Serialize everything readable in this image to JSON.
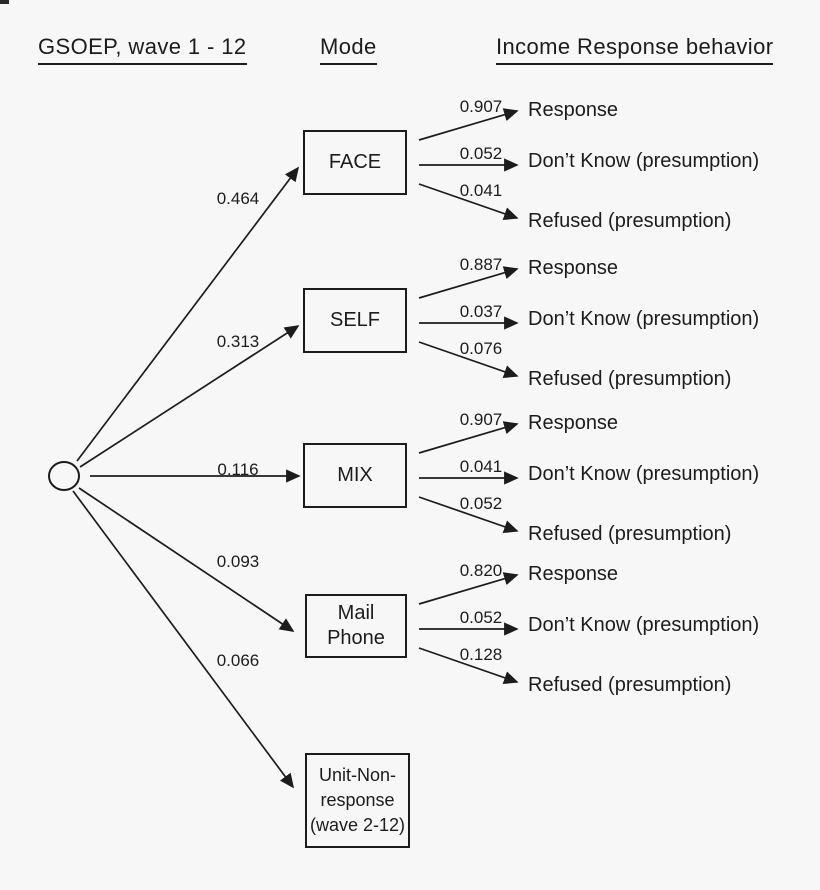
{
  "colors": {
    "background": "#f7f7f7",
    "ink": "#1c1c1c"
  },
  "headers": {
    "population": "GSOEP, wave 1 - 12",
    "mode": "Mode",
    "behavior": "Income Response behavior"
  },
  "root_node": {
    "shape": "ellipse"
  },
  "branches": [
    {
      "prob": "0.464",
      "target": "FACE"
    },
    {
      "prob": "0.313",
      "target": "SELF"
    },
    {
      "prob": "0.116",
      "target": "MIX"
    },
    {
      "prob": "0.093",
      "target": "Mail Phone"
    },
    {
      "prob": "0.066",
      "target": "Unit-Non-response (wave 2-12)"
    }
  ],
  "modes": [
    {
      "label": "FACE",
      "outcomes": [
        {
          "prob": "0.907",
          "label": "Response"
        },
        {
          "prob": "0.052",
          "label": "Don’t Know (presumption)"
        },
        {
          "prob": "0.041",
          "label": "Refused (presumption)"
        }
      ]
    },
    {
      "label": "SELF",
      "outcomes": [
        {
          "prob": "0.887",
          "label": "Response"
        },
        {
          "prob": "0.037",
          "label": "Don’t Know (presumption)"
        },
        {
          "prob": "0.076",
          "label": "Refused (presumption)"
        }
      ]
    },
    {
      "label": "MIX",
      "outcomes": [
        {
          "prob": "0.907",
          "label": "Response"
        },
        {
          "prob": "0.041",
          "label": "Don’t Know (presumption)"
        },
        {
          "prob": "0.052",
          "label": "Refused (presumption)"
        }
      ]
    },
    {
      "label": "Mail\nPhone",
      "outcomes": [
        {
          "prob": "0.820",
          "label": "Response"
        },
        {
          "prob": "0.052",
          "label": "Don’t Know (presumption)"
        },
        {
          "prob": "0.128",
          "label": "Refused (presumption)"
        }
      ]
    }
  ],
  "terminal": {
    "label": "Unit-Non-\nresponse\n(wave 2-12)"
  }
}
